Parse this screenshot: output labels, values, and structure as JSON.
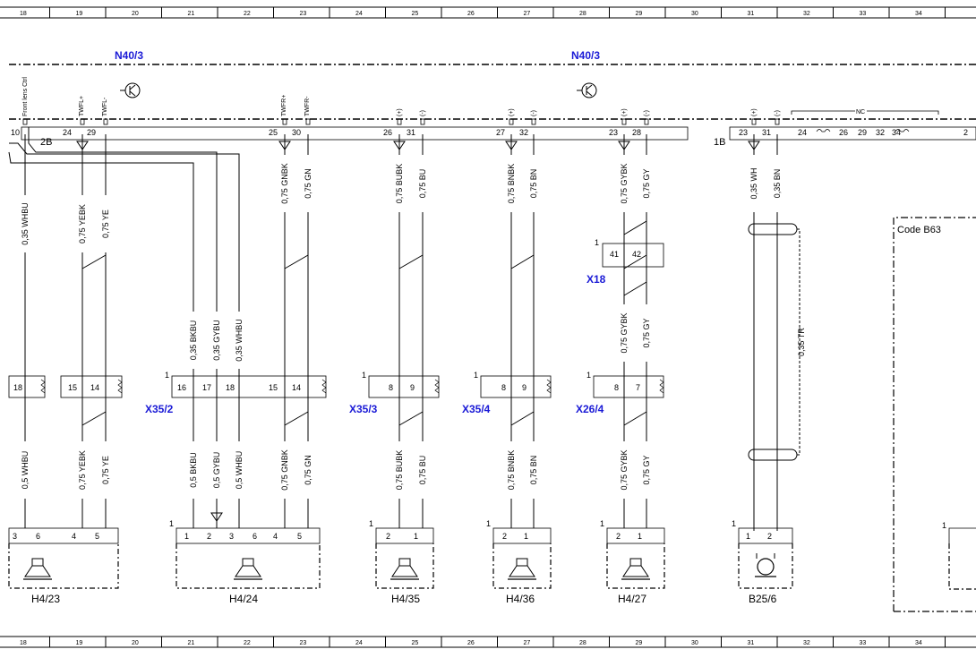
{
  "grid": {
    "columns": [
      "18",
      "19",
      "20",
      "21",
      "22",
      "23",
      "24",
      "25",
      "26",
      "27",
      "28",
      "29",
      "30",
      "31",
      "32",
      "33",
      "34"
    ]
  },
  "control_units": [
    "N40/3",
    "N40/3"
  ],
  "top_pin_labels": {
    "front_lens": "Front lens Ctrl",
    "twfl_plus": "TWFL+",
    "twfl_minus": "TWFL-",
    "twfr_plus": "TWFR+",
    "twfr_minus": "TWFR-",
    "plus": "(+)",
    "minus": "(-)",
    "nc": "NC"
  },
  "connector_ids": {
    "left": "2B",
    "right": "1B"
  },
  "top_pins": [
    "10",
    "24",
    "29",
    "25",
    "30",
    "26",
    "31",
    "27",
    "32",
    "23",
    "28",
    "23",
    "31",
    "24",
    "26",
    "29",
    "32",
    "34",
    "2"
  ],
  "wires_upper": [
    "0,35 WHBU",
    "0,75 YEBK",
    "0,75 YE",
    "0,35 BKBU",
    "0,35 GYBU",
    "0,35 WHBU",
    "0,75 GNBK",
    "0,75 GN",
    "0,75 BUBK",
    "0,75 BU",
    "0,75 BNBK",
    "0,75 BN",
    "0,75 GYBK",
    "0,75 GY",
    "0,35 WH",
    "0,35 BN"
  ],
  "x18": {
    "label": "X18",
    "num": "1",
    "pins": [
      "41",
      "42"
    ],
    "wires_below": [
      "0,75 GYBK",
      "0,75 GY"
    ]
  },
  "shield_wire": "0,35 TR",
  "code_box": "Code B63",
  "connectors_mid": [
    {
      "label": "",
      "pins": [
        "18"
      ]
    },
    {
      "label": "",
      "pins": [
        "15",
        "14"
      ]
    },
    {
      "label": "X35/2",
      "num": "1",
      "pins": [
        "16",
        "17",
        "18",
        "15",
        "14"
      ]
    },
    {
      "label": "X35/3",
      "num": "1",
      "pins": [
        "8",
        "9"
      ]
    },
    {
      "label": "X35/4",
      "num": "1",
      "pins": [
        "8",
        "9"
      ]
    },
    {
      "label": "X26/4",
      "num": "1",
      "pins": [
        "8",
        "7"
      ]
    }
  ],
  "wires_lower": [
    "0,5 WHBU",
    "0,75 YEBK",
    "0,75 YE",
    "0,5 BKBU",
    "0,5 GYBU",
    "0,5 WHBU",
    "0,75 GNBK",
    "0,75 GN",
    "0,75 BUBK",
    "0,75 BU",
    "0,75 BNBK",
    "0,75 BN",
    "0,75 GYBK",
    "0,75 GY"
  ],
  "components": [
    {
      "name": "H4/23",
      "pins": [
        "3",
        "6",
        "4",
        "5"
      ]
    },
    {
      "name": "H4/24",
      "num": "1",
      "pins": [
        "1",
        "2",
        "3",
        "6",
        "4",
        "5"
      ]
    },
    {
      "name": "H4/35",
      "num": "1",
      "pins": [
        "2",
        "1"
      ]
    },
    {
      "name": "H4/36",
      "num": "1",
      "pins": [
        "2",
        "1"
      ]
    },
    {
      "name": "H4/27",
      "num": "1",
      "pins": [
        "2",
        "1"
      ]
    },
    {
      "name": "B25/6",
      "num": "1",
      "pins": [
        "1",
        "2"
      ]
    }
  ],
  "right_edge_num": "1"
}
